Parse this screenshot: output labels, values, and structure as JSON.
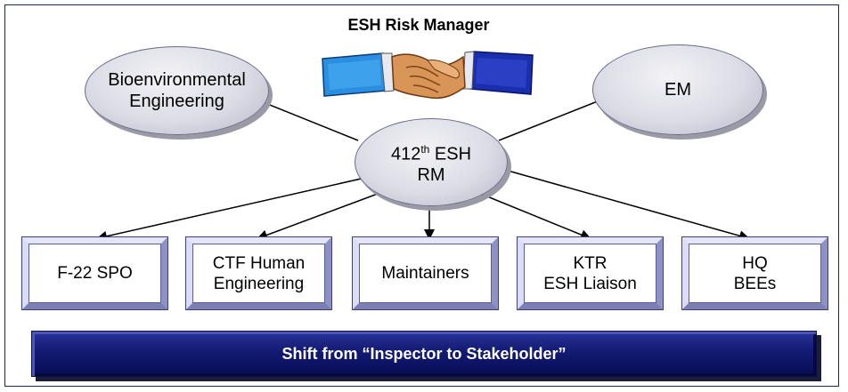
{
  "title": "ESH Risk Manager",
  "center_node": {
    "line1_prefix": "412",
    "line1_sup": "th",
    "line1_suffix": " ESH",
    "line2": "RM"
  },
  "top_left_node": {
    "line1": "Bioenvironmental",
    "line2": "Engineering"
  },
  "top_right_node": {
    "label": "EM"
  },
  "boxes": [
    {
      "line1": "F-22 SPO",
      "line2": ""
    },
    {
      "line1": "CTF Human",
      "line2": "Engineering"
    },
    {
      "line1": "Maintainers",
      "line2": ""
    },
    {
      "line1": "KTR",
      "line2": "ESH Liaison"
    },
    {
      "line1": "HQ",
      "line2": "BEEs"
    }
  ],
  "banner": "Shift from “Inspector to Stakeholder”",
  "icons": {
    "handshake": "handshake-icon"
  },
  "colors": {
    "box_fill": "#c9cbf2",
    "banner_fill": "#131a72",
    "ellipse_fill": "#dcdce6",
    "shirt_left": "#2a8fe0",
    "shirt_right": "#1a2fb0"
  }
}
